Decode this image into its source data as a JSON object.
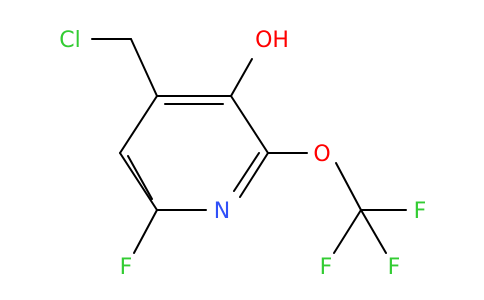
{
  "molecule": {
    "atoms": {
      "cl": {
        "label": "Cl",
        "color": "#33cc33"
      },
      "oh": {
        "label": "OH",
        "color": "#ff0000"
      },
      "o": {
        "label": "O",
        "color": "#ff0000"
      },
      "n": {
        "label": "N",
        "color": "#3050f8"
      },
      "f_ring": {
        "label": "F",
        "color": "#33cc33"
      },
      "f1": {
        "label": "F",
        "color": "#33cc33"
      },
      "f2": {
        "label": "F",
        "color": "#33cc33"
      },
      "f3": {
        "label": "F",
        "color": "#33cc33"
      }
    }
  }
}
